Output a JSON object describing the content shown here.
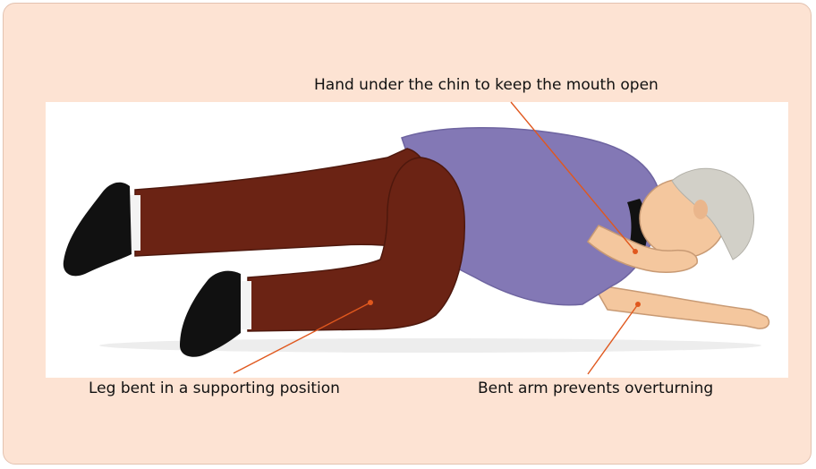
{
  "annotations": {
    "hand": "Hand under the chin to keep the mouth open",
    "leg": "Leg bent in a supporting position",
    "arm": "Bent arm prevents overturning"
  },
  "colors": {
    "panel_background": "#fde3d3",
    "leader_lines": "#e0581e",
    "trousers": "#6b2314",
    "shirt": "#8378b5",
    "skin": "#f4c79e",
    "hair": "#d2d0c8",
    "shoes": "#111111"
  }
}
